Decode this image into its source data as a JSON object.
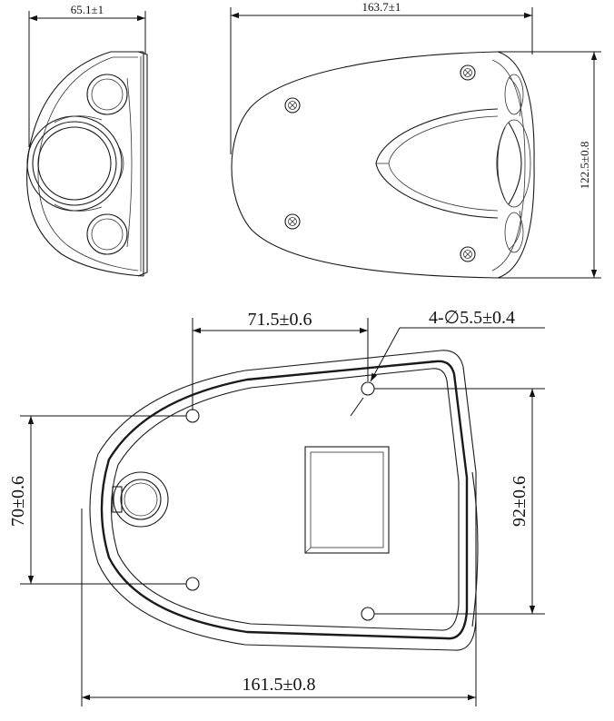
{
  "dimensions": {
    "side_width": "65.1±1",
    "top_length": "163.7±1",
    "top_height": "122.5±0.8",
    "hole_spacing_x": "71.5±0.6",
    "hole_callout": "4-∅5.5±0.4",
    "hole_spacing_y_left": "70±0.6",
    "hole_spacing_y_right": "92±0.6",
    "base_length": "161.5±0.8"
  },
  "colors": {
    "line": "#1a1a1a",
    "background": "#ffffff"
  }
}
